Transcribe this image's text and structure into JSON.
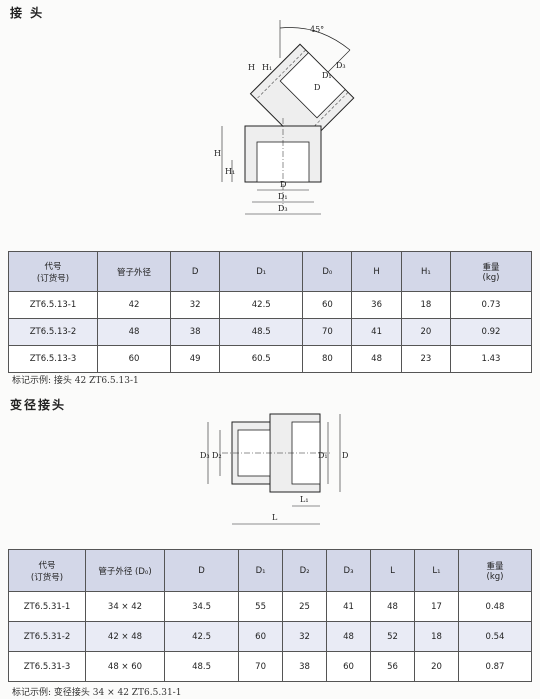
{
  "section1": {
    "title": "接 头",
    "diagram_labels": {
      "angle": "45°",
      "h": "H",
      "h1": "H₁",
      "d3": "D₃",
      "d1_top": "D₁",
      "d_top": "D",
      "H_left": "H",
      "H1_left": "H₁",
      "d_bot": "D",
      "d1_bot": "D₁",
      "d3_bot": "D₃"
    },
    "table": {
      "headers": [
        "代号\n(订货号)",
        "管子外径",
        "D",
        "D₁",
        "D₀",
        "H",
        "H₁",
        "重量\n(kg)"
      ],
      "rows": [
        [
          "ZT6.5.13-1",
          "42",
          "32",
          "42.5",
          "60",
          "36",
          "18",
          "0.73"
        ],
        [
          "ZT6.5.13-2",
          "48",
          "38",
          "48.5",
          "70",
          "41",
          "20",
          "0.92"
        ],
        [
          "ZT6.5.13-3",
          "60",
          "49",
          "60.5",
          "80",
          "48",
          "23",
          "1.43"
        ]
      ]
    },
    "note": "标记示例: 接头 42 ZT6.5.13-1"
  },
  "section2": {
    "title": "变径接头",
    "diagram_labels": {
      "d3": "D₃",
      "d2": "D₂",
      "d1": "D₁",
      "d": "D",
      "l1": "L₁",
      "l": "L"
    },
    "table": {
      "headers": [
        "代号\n(订货号)",
        "管子外径 (D₀)",
        "D",
        "D₁",
        "D₂",
        "D₃",
        "L",
        "L₁",
        "重量\n(kg)"
      ],
      "rows": [
        [
          "ZT6.5.31-1",
          "34 × 42",
          "34.5",
          "55",
          "25",
          "41",
          "48",
          "17",
          "0.48"
        ],
        [
          "ZT6.5.31-2",
          "42 × 48",
          "42.5",
          "60",
          "32",
          "48",
          "52",
          "18",
          "0.54"
        ],
        [
          "ZT6.5.31-3",
          "48 × 60",
          "48.5",
          "70",
          "38",
          "60",
          "56",
          "20",
          "0.87"
        ]
      ]
    },
    "note": "标记示例: 变径接头 34 × 42 ZT6.5.31-1"
  }
}
